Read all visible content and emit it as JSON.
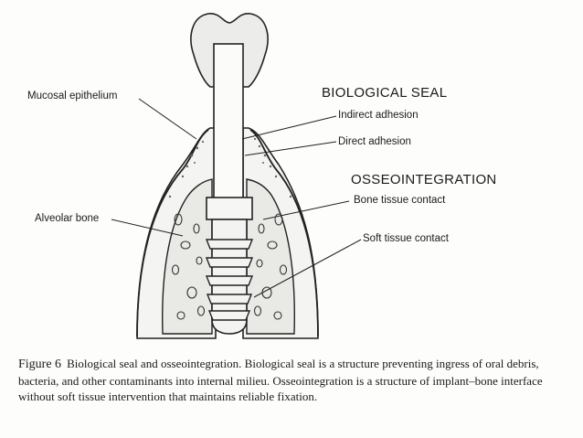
{
  "diagram": {
    "headings": {
      "biological_seal": "BIOLOGICAL SEAL",
      "osseointegration": "OSSEOINTEGRATION"
    },
    "labels": {
      "mucosal_epithelium": "Mucosal epithelium",
      "alveolar_bone": "Alveolar bone",
      "indirect_adhesion": "Indirect adhesion",
      "direct_adhesion": "Direct adhesion",
      "bone_tissue_contact": "Bone tissue contact",
      "soft_tissue_contact": "Soft tissue contact"
    }
  },
  "caption": {
    "figure_number": "Figure 6",
    "text": "Biological seal and osseointegration. Biological seal is a structure preventing ingress of oral debris, bacteria, and other contaminants into internal milieu. Osseointegration is a structure of implant–bone interface without soft tissue intervention that maintains reliable fixation."
  }
}
